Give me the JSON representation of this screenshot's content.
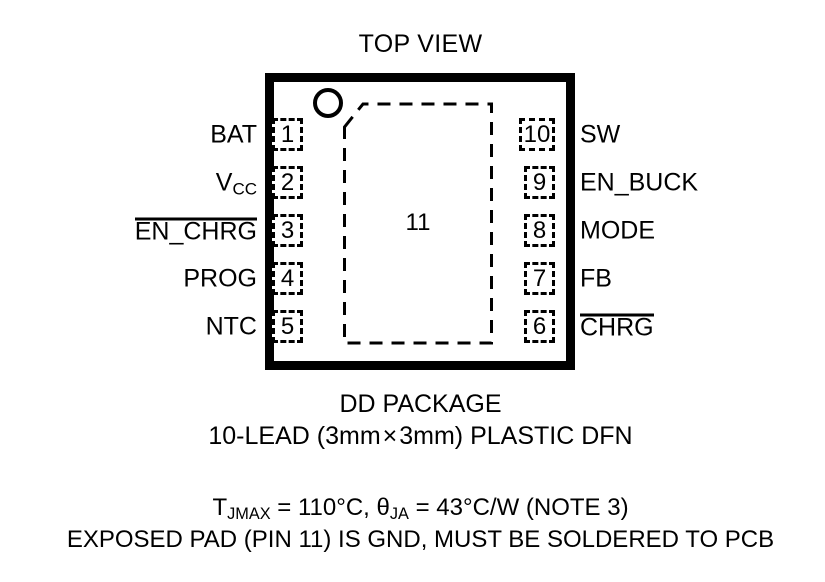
{
  "title": "TOP VIEW",
  "package": {
    "exposed_pad_number": "11",
    "orientation_marker": "pin1-dot"
  },
  "pins_left": [
    {
      "number": "1",
      "label": "BAT",
      "overline": false,
      "subscript": ""
    },
    {
      "number": "2",
      "label": "V",
      "overline": false,
      "subscript": "CC"
    },
    {
      "number": "3",
      "label": "EN_CHRG",
      "overline": true,
      "subscript": ""
    },
    {
      "number": "4",
      "label": "PROG",
      "overline": false,
      "subscript": ""
    },
    {
      "number": "5",
      "label": "NTC",
      "overline": false,
      "subscript": ""
    }
  ],
  "pins_right": [
    {
      "number": "10",
      "label": "SW",
      "overline": false
    },
    {
      "number": "9",
      "label": "EN_BUCK",
      "overline": false
    },
    {
      "number": "8",
      "label": "MODE",
      "overline": false
    },
    {
      "number": "7",
      "label": "FB",
      "overline": false
    },
    {
      "number": "6",
      "label": "CHRG",
      "overline": true
    }
  ],
  "caption": {
    "package_name": "DD PACKAGE",
    "lead_desc_pre": "10-LEAD (3mm",
    "lead_desc_times": "×",
    "lead_desc_post": "3mm) PLASTIC DFN",
    "thermal_t_symbol": "T",
    "thermal_t_sub": "JMAX",
    "thermal_t_value": " = 110°C, ",
    "thermal_theta_symbol": "θ",
    "thermal_theta_sub": "JA",
    "thermal_theta_value": " = 43°C/W (NOTE 3)",
    "pad_note": "EXPOSED PAD (PIN 11) IS GND, MUST BE SOLDERED TO PCB"
  },
  "colors": {
    "ink": "#000000",
    "background": "#ffffff"
  }
}
